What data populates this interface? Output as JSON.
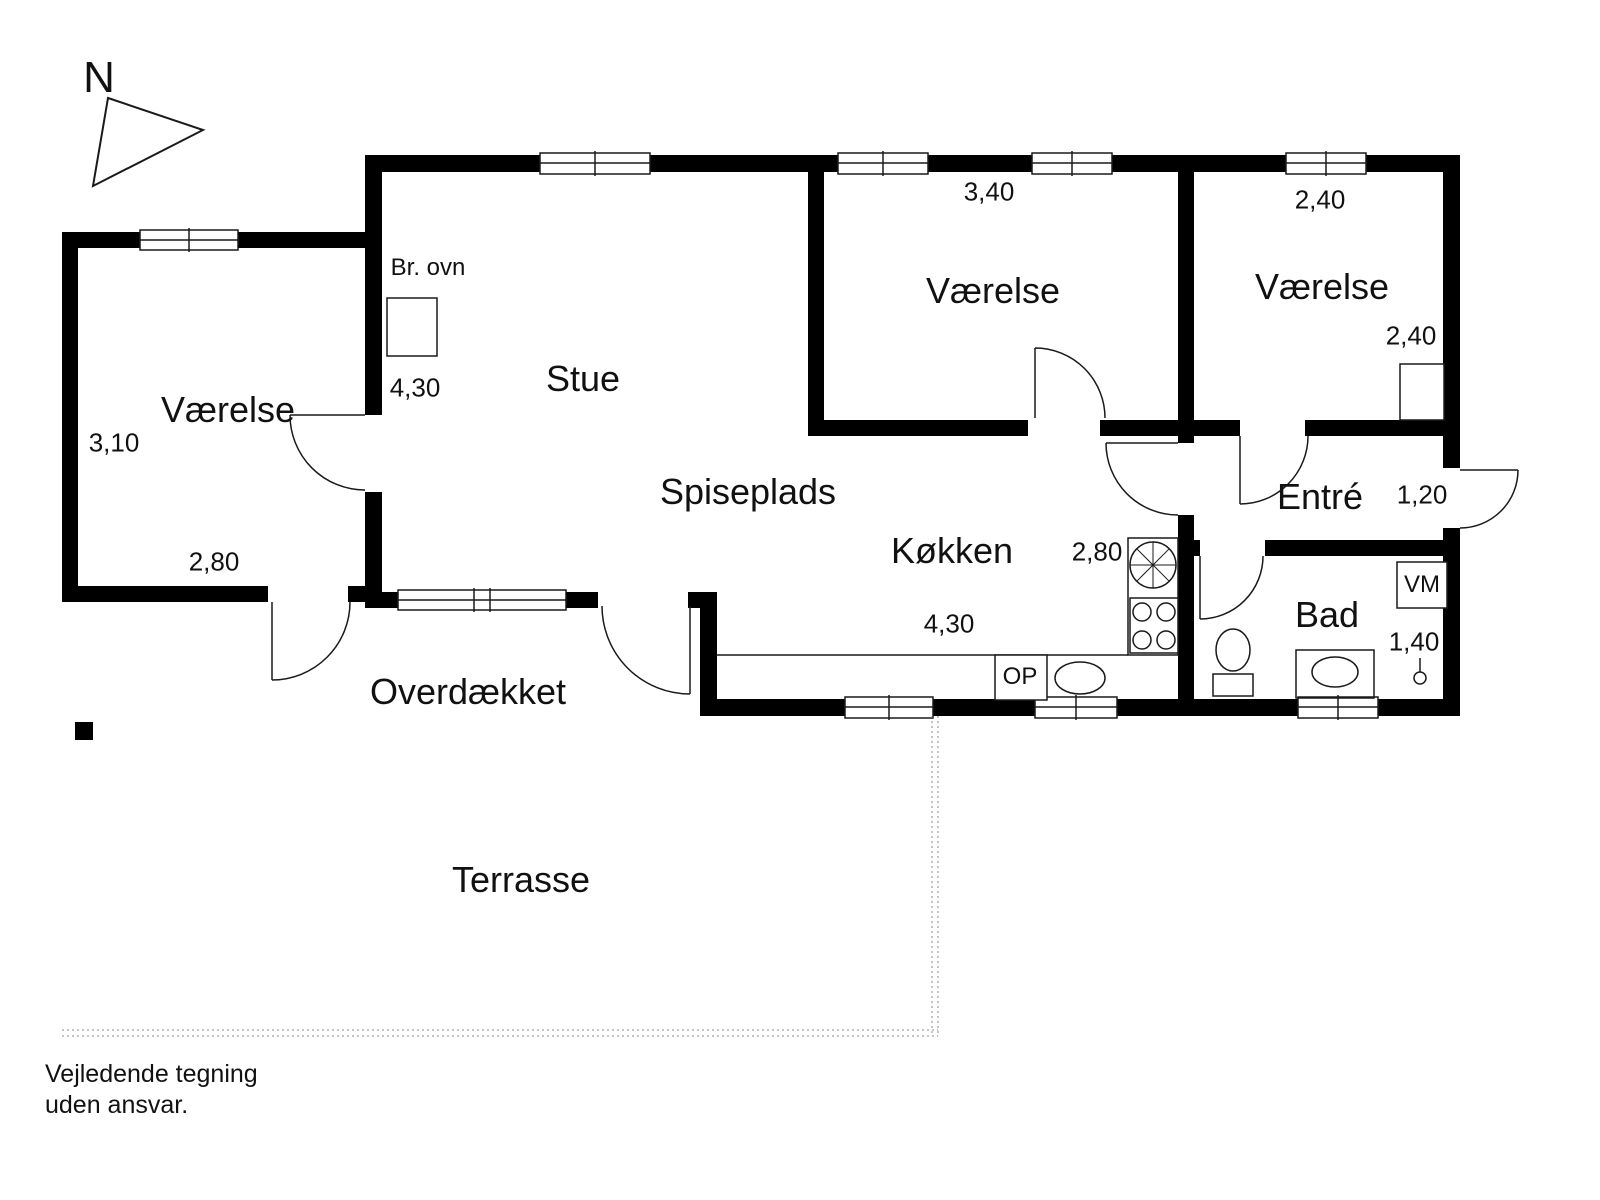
{
  "compass": {
    "label": "N"
  },
  "rooms": {
    "vaerelse_left": {
      "name": "Værelse",
      "dim_side": "3,10",
      "dim_bottom": "2,80"
    },
    "stue": {
      "name": "Stue",
      "dim": "4,30"
    },
    "spiseplads": {
      "name": "Spiseplads"
    },
    "koekken": {
      "name": "Køkken",
      "dim_side": "2,80",
      "dim_bottom": "4,30"
    },
    "vaerelse_mid": {
      "name": "Værelse",
      "dim_top": "3,40"
    },
    "vaerelse_right": {
      "name": "Værelse",
      "dim_top": "2,40",
      "dim_side": "2,40"
    },
    "entre": {
      "name": "Entré",
      "dim": "1,20"
    },
    "bad": {
      "name": "Bad",
      "dim": "1,40"
    },
    "overdaekket": {
      "name": "Overdækket"
    },
    "terrasse": {
      "name": "Terrasse"
    }
  },
  "annotations": {
    "br_ovn": "Br. ovn",
    "vm": "VM",
    "op": "OP"
  },
  "footer": {
    "line1": "Vejledende tegning",
    "line2": "uden ansvar."
  },
  "colors": {
    "wall": "#000000",
    "line": "#1a1a1a",
    "dotted": "#888888"
  }
}
